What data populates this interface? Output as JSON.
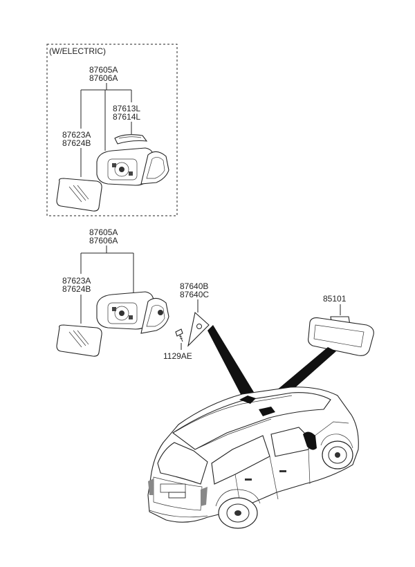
{
  "electric_box": {
    "caption": "(W/ELECTRIC)"
  },
  "electric_group": {
    "assy_a": "87605A",
    "assy_b": "87606A",
    "cover_a": "87613L",
    "cover_b": "87614L",
    "glass_a": "87623A",
    "glass_b": "87624B"
  },
  "manual_group": {
    "assy_a": "87605A",
    "assy_b": "87606A",
    "glass_a": "87623A",
    "glass_b": "87624B",
    "screw": "1129AE",
    "garnish_a": "87640B",
    "garnish_b": "87640C",
    "inside_mirror": "85101"
  }
}
